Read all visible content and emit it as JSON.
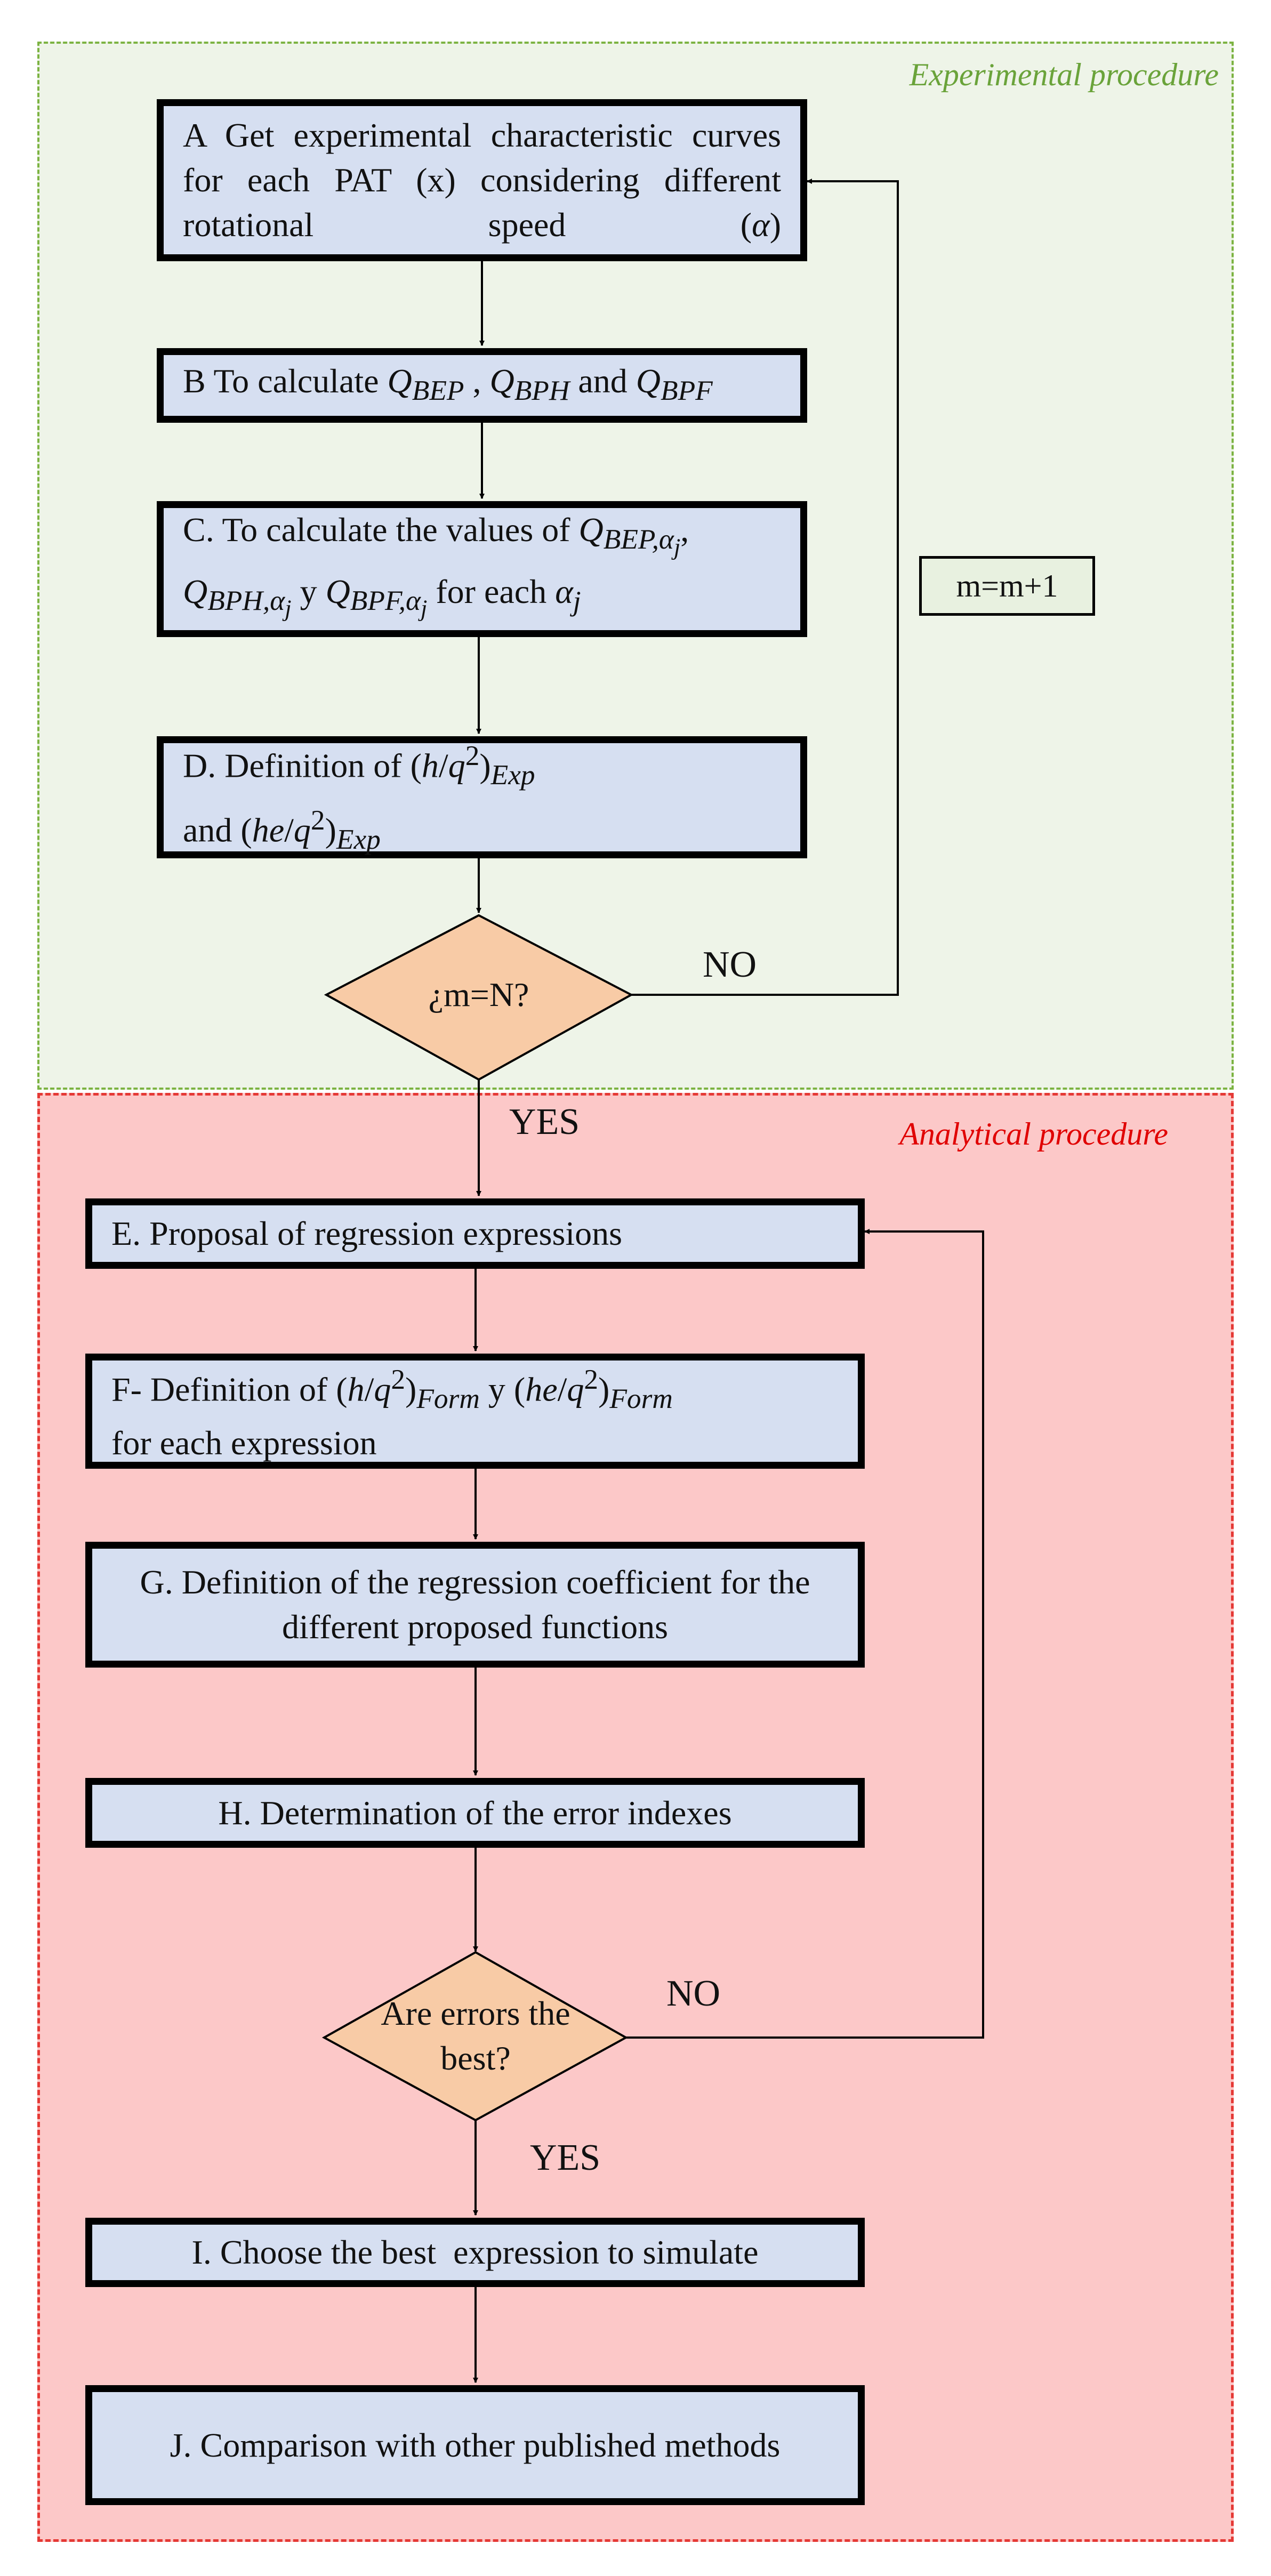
{
  "regions": {
    "experimental_title": "Experimental procedure",
    "analytical_title": "Analytical procedure"
  },
  "steps": {
    "A": {
      "text": "A Get experimental characteristic curves for each PAT (x) considering different rotational speed (α)"
    },
    "B": {
      "text": "B To calculate Q_BEP , Q_BPH and Q_BPF"
    },
    "C": {
      "text": "C. To calculate the values of Q_BEP,αj, Q_BPH,αj y Q_BPF,αj for each αj"
    },
    "D": {
      "text": "D. Definition of (h/q²)Exp and (he/q²)Exp"
    },
    "E": {
      "text": "E. Proposal of regression expressions"
    },
    "F": {
      "text": "F- Definition of (h/q²)Form y (he/q²)Form for each expression"
    },
    "G": {
      "text": "G. Definition of the regression coefficient for the different proposed functions"
    },
    "H": {
      "text": "H. Determination of the error indexes"
    },
    "I": {
      "text": "I. Choose the best  expression to simulate"
    },
    "J": {
      "text": "J. Comparison with other published methods"
    }
  },
  "decisions": {
    "first": "¿m=N?",
    "second": "Are errors the best?"
  },
  "counter_label": "m=m+1",
  "branch_labels": {
    "no_1": "NO",
    "yes_1": "YES",
    "no_2": "NO",
    "yes_2": "YES"
  },
  "colors": {
    "experimental_bg": "#eef4e8",
    "experimental_border": "#7cb342",
    "experimental_title": "#6aa33a",
    "analytical_bg": "#fcc8c8",
    "analytical_border": "#e53935",
    "analytical_title": "#e00000",
    "box_fill": "#d6dff1",
    "decision_fill": "#f8cba6",
    "counter_fill": "#e8f1e0"
  }
}
